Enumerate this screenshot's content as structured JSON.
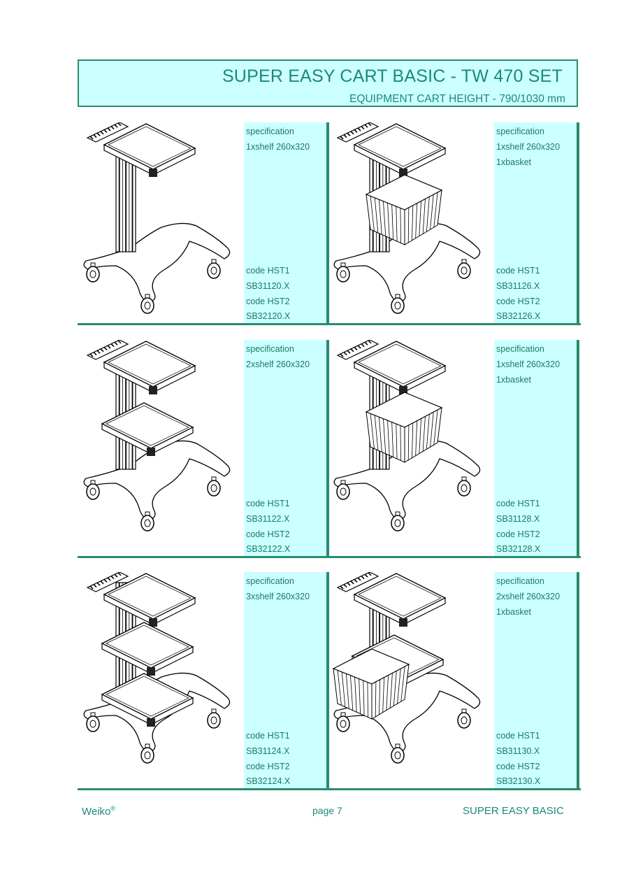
{
  "header": {
    "title": "SUPER EASY CART BASIC - TW 470 SET",
    "subtitle": "EQUIPMENT CART HEIGHT - 790/1030 mm"
  },
  "panels": [
    {
      "spec_label": "specification",
      "spec_lines": [
        "1xshelf 260x320",
        ""
      ],
      "code1_label": "code HST1",
      "code1": "SB31120.X",
      "code2_label": "code HST2",
      "code2": "SB32120.X",
      "shelves": 1,
      "basket": false
    },
    {
      "spec_label": "specification",
      "spec_lines": [
        "1xshelf 260x320",
        "1xbasket"
      ],
      "code1_label": "code HST1",
      "code1": "SB31126.X",
      "code2_label": "code HST2",
      "code2": "SB32126.X",
      "shelves": 1,
      "basket": true
    },
    {
      "spec_label": "specification",
      "spec_lines": [
        "2xshelf 260x320",
        ""
      ],
      "code1_label": "code HST1",
      "code1": "SB31122.X",
      "code2_label": "code HST2",
      "code2": "SB32122.X",
      "shelves": 2,
      "basket": false
    },
    {
      "spec_label": "specification",
      "spec_lines": [
        "1xshelf 260x320",
        "1xbasket"
      ],
      "code1_label": "code HST1",
      "code1": "SB31128.X",
      "code2_label": "code HST2",
      "code2": "SB32128.X",
      "shelves": 1,
      "basket": true
    },
    {
      "spec_label": "specification",
      "spec_lines": [
        "3xshelf 260x320",
        ""
      ],
      "code1_label": "code HST1",
      "code1": "SB31124.X",
      "code2_label": "code HST2",
      "code2": "SB32124.X",
      "shelves": 3,
      "basket": false
    },
    {
      "spec_label": "specification",
      "spec_lines": [
        "2xshelf 260x320",
        "1xbasket"
      ],
      "code1_label": "code HST1",
      "code1": "SB31130.X",
      "code2_label": "code HST2",
      "code2": "SB32130.X",
      "shelves": 2,
      "basket": true
    }
  ],
  "footer": {
    "brand": "Weiko",
    "brand_mark": "®",
    "page": "page 7",
    "product": "SUPER EASY BASIC"
  },
  "colors": {
    "accent": "#2a8a6e",
    "panel_fill": "#ccffff",
    "text": "#1a8a7a"
  }
}
